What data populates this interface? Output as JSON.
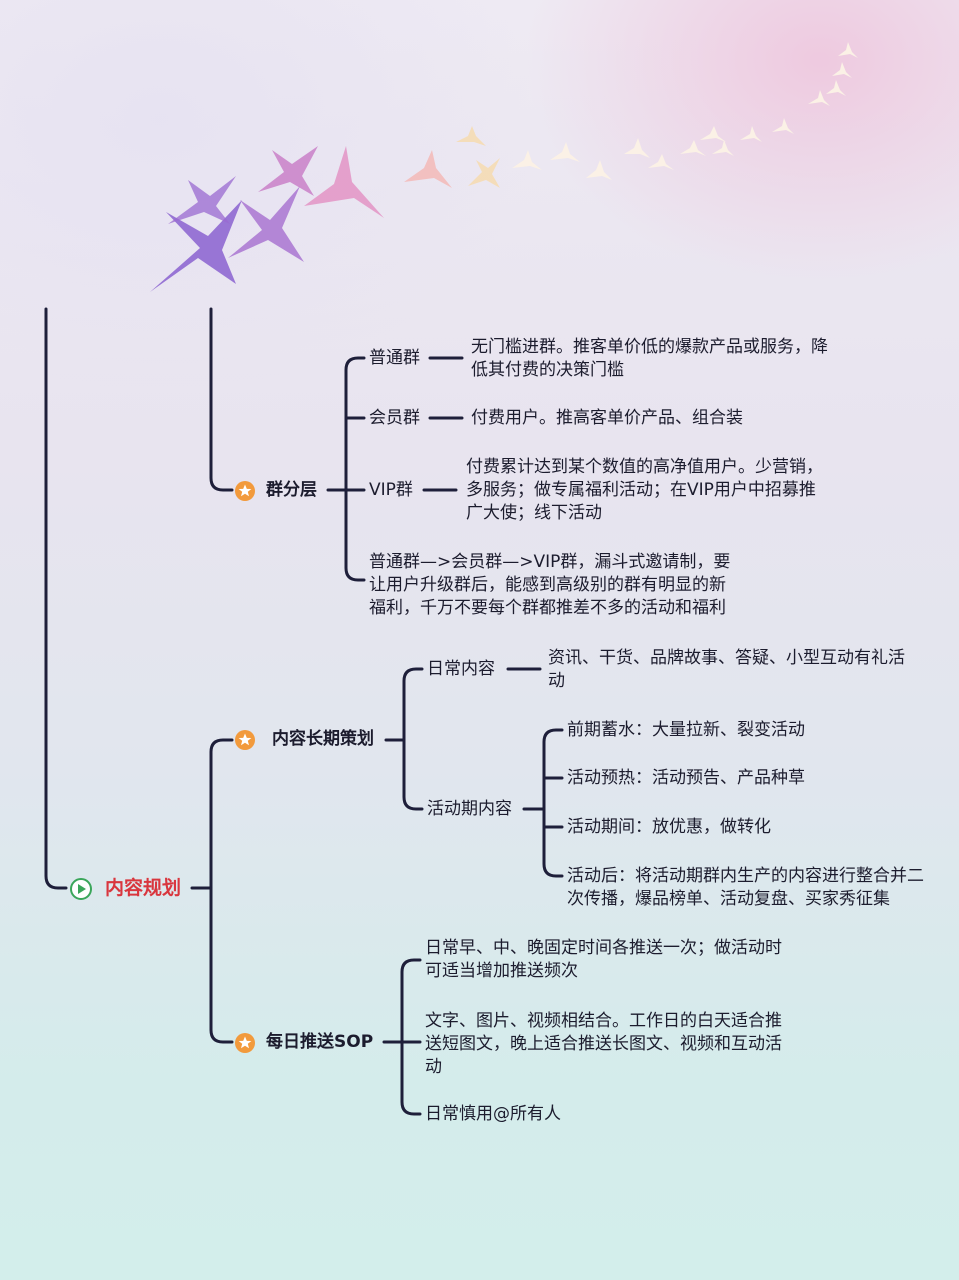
{
  "root": {
    "label": "内容规划"
  },
  "branches": {
    "group_tiers": {
      "label": "群分层",
      "items": [
        {
          "label": "普通群",
          "desc": [
            "无门槛进群。推客单价低的爆款产品或服务，降",
            "低其付费的决策门槛"
          ]
        },
        {
          "label": "会员群",
          "desc": [
            "付费用户。推高客单价产品、组合装"
          ]
        },
        {
          "label": "VIP群",
          "desc": [
            "付费累计达到某个数值的高净值用户。少营销，",
            "多服务；做专属福利活动；在VIP用户中招募推",
            "广大使；线下活动"
          ]
        }
      ],
      "note": [
        "普通群—>会员群—>VIP群，漏斗式邀请制，要",
        "让用户升级群后，能感到高级别的群有明显的新",
        "福利，千万不要每个群都推差不多的活动和福利"
      ]
    },
    "long_term": {
      "label": "内容长期策划",
      "daily": {
        "label": "日常内容",
        "desc": [
          "资讯、干货、品牌故事、答疑、小型互动有礼活",
          "动"
        ]
      },
      "campaign": {
        "label": "活动期内容",
        "items": [
          [
            "前期蓄水：大量拉新、裂变活动"
          ],
          [
            "活动预热：活动预告、产品种草"
          ],
          [
            "活动期间：放优惠，做转化"
          ],
          [
            "活动后：将活动期群内生产的内容进行整合并二",
            "次传播，爆品榜单、活动复盘、买家秀征集"
          ]
        ]
      }
    },
    "daily_push": {
      "label": "每日推送SOP",
      "items": [
        [
          "日常早、中、晚固定时间各推送一次；做活动时",
          "可适当增加推送频次"
        ],
        [
          "文字、图片、视频相结合。工作日的白天适合推",
          "送短图文，晚上适合推送长图文、视频和互动活",
          "动"
        ],
        [
          "日常慎用@所有人"
        ]
      ]
    }
  },
  "colors": {
    "line": "#1e1f3a",
    "root_text": "#d9363e",
    "star_badge": "#f29a3c",
    "play_badge": "#3aa65a"
  }
}
